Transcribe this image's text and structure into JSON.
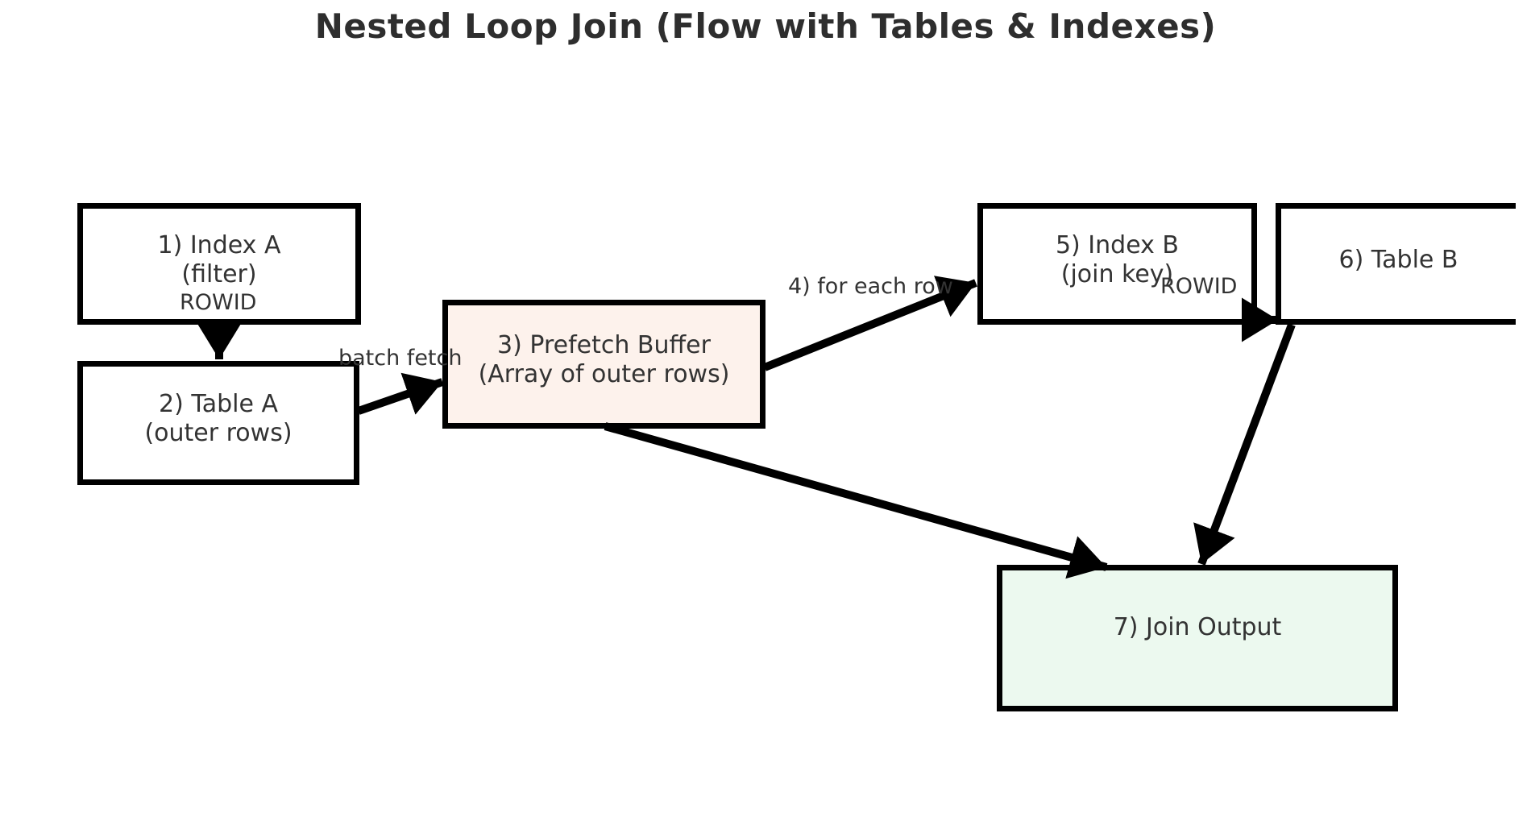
{
  "title": "Nested Loop Join (Flow with Tables & Indexes)",
  "nodes": {
    "index_a": {
      "line1": "1) Index A",
      "line2": "(filter)"
    },
    "table_a": {
      "line1": "2) Table A",
      "line2": "(outer rows)"
    },
    "prefetch_buffer": {
      "line1": "3) Prefetch Buffer",
      "line2": "(Array of outer rows)"
    },
    "index_b": {
      "line1": "5) Index B",
      "line2": "(join key)"
    },
    "table_b": {
      "line1": "6) Table B"
    },
    "join_output": {
      "line1": "7) Join Output"
    }
  },
  "edge_labels": {
    "rowid_a": "ROWID",
    "batch_fetch": "batch fetch",
    "for_each_row": "4) for each row",
    "rowid_b": "ROWID"
  },
  "colors": {
    "background": "#ffffff",
    "title": "#2e2e2e",
    "text": "#333333",
    "node_border": "#000000",
    "node_fill": "#ffffff",
    "prefetch_fill": "#fdf2ec",
    "output_fill": "#ecf9ef",
    "arrow": "#000000"
  }
}
